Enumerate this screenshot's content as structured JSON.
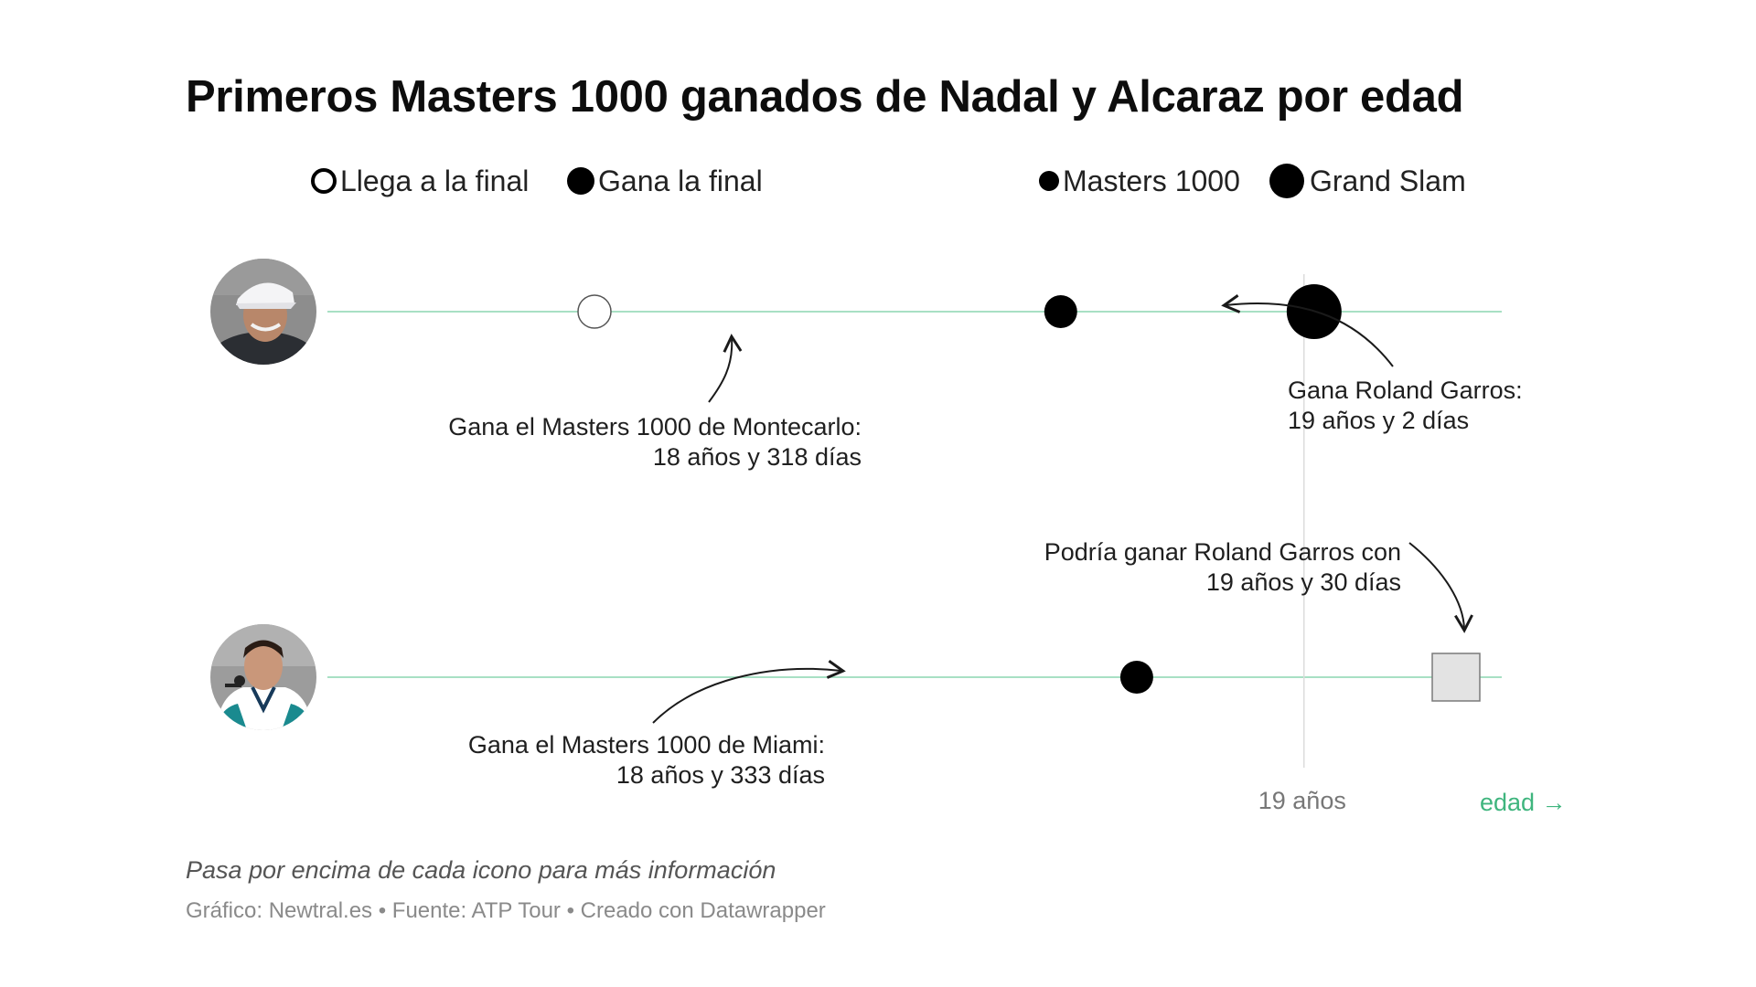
{
  "chart": {
    "title": "Primeros Masters 1000 ganados de Nadal y Alcaraz por edad",
    "legend": {
      "outcome": [
        {
          "label": "Llega a la final",
          "symbol": "hollow-circle-icon"
        },
        {
          "label": "Gana la final",
          "symbol": "filled-circle-icon"
        }
      ],
      "tournament": [
        {
          "label": "Masters 1000",
          "symbol": "small-circle-icon"
        },
        {
          "label": "Grand Slam",
          "symbol": "large-circle-icon"
        }
      ]
    },
    "annotations": {
      "nadal_montecarlo": [
        "Gana el Masters 1000 de Montecarlo:",
        "18 años y 318 días"
      ],
      "nadal_roland_garros": [
        "Gana Roland Garros:",
        "19 años y 2 días"
      ],
      "alcaraz_roland_garros": [
        "Podría ganar Roland Garros con",
        "19 años y 30 días"
      ],
      "alcaraz_miami": [
        "Gana el Masters 1000 de Miami:",
        "18 años y 333 días"
      ]
    },
    "x_tick_label": "19 años",
    "x_axis_label": "edad →",
    "footer": {
      "hint": "Pasa por encima de cada icono para más información",
      "credit": "Gráfico: Newtral.es • Fuente: ATP Tour • Creado con Datawrapper"
    }
  },
  "colors": {
    "line": "#a8e0c4",
    "axis_accent": "#3fb57e",
    "marker": "#000000",
    "projection_fill": "#e3e3e3",
    "projection_stroke": "#7a7a7a",
    "rule": "#dcdcdc"
  },
  "chart_data": {
    "type": "scatter",
    "x_unit": "days of age",
    "xlim": [
      6400,
      7000
    ],
    "x_tick": 6940,
    "rows": [
      {
        "player": "Nadal",
        "avatar": "nadal-avatar",
        "points": [
          {
            "x": 6800,
            "event": "final",
            "tournament": "Masters 1000",
            "result": "Llega a la final"
          },
          {
            "x": 6892,
            "event": "win",
            "tournament": "Masters 1000",
            "result": "Gana la final"
          },
          {
            "x": 6942,
            "event": "win",
            "tournament": "Grand Slam",
            "result": "Gana la final"
          }
        ]
      },
      {
        "player": "Alcaraz",
        "avatar": "alcaraz-avatar",
        "points": [
          {
            "x": 6907,
            "event": "win",
            "tournament": "Masters 1000",
            "result": "Gana la final"
          },
          {
            "x": 6970,
            "event": "projection",
            "tournament": "Grand Slam",
            "result": "Podría ganar"
          }
        ]
      }
    ]
  }
}
